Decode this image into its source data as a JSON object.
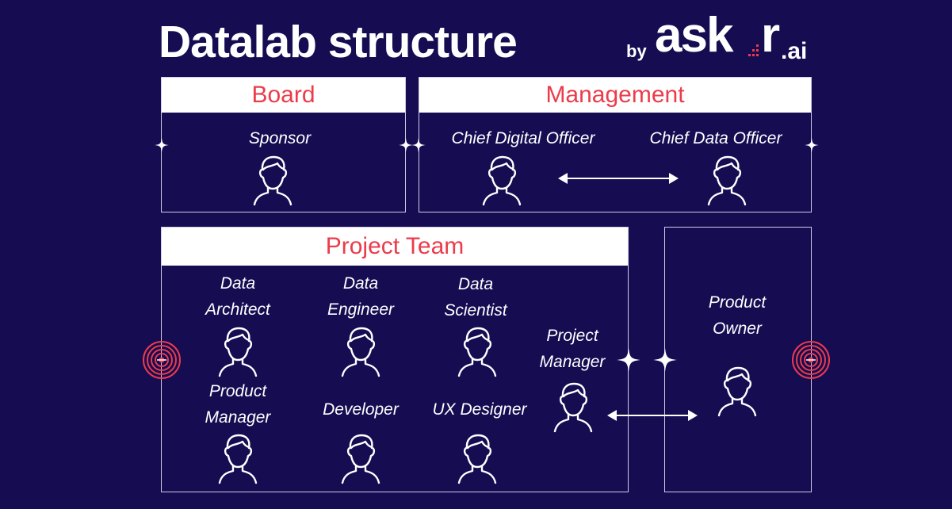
{
  "title": "Datalab structure",
  "brand": {
    "by": "by",
    "ask": "ask",
    "r": "r",
    "ai": ".ai",
    "accent_color": "#ec3b4a"
  },
  "colors": {
    "background": "#150c52",
    "header_bg": "#ffffff",
    "header_text": "#ec3b4a",
    "border": "#cfcde6"
  },
  "board": {
    "header": "Board",
    "roles": [
      "Sponsor"
    ]
  },
  "management": {
    "header": "Management",
    "roles": [
      "Chief Digital Officer",
      "Chief Data Officer"
    ]
  },
  "project_team": {
    "header": "Project Team",
    "roles": {
      "data_architect": [
        "Data",
        "Architect"
      ],
      "data_engineer": [
        "Data",
        "Engineer"
      ],
      "data_scientist": [
        "Data",
        "Scientist"
      ],
      "project_manager": [
        "Project",
        "Manager"
      ],
      "product_manager": [
        "Product",
        "Manager"
      ],
      "developer": "Developer",
      "ux_designer": "UX Designer"
    }
  },
  "product_owner": {
    "label": [
      "Product",
      "Owner"
    ]
  },
  "icons": [
    "person-icon",
    "double-arrow-icon",
    "sparkle-icon",
    "target-icon"
  ]
}
